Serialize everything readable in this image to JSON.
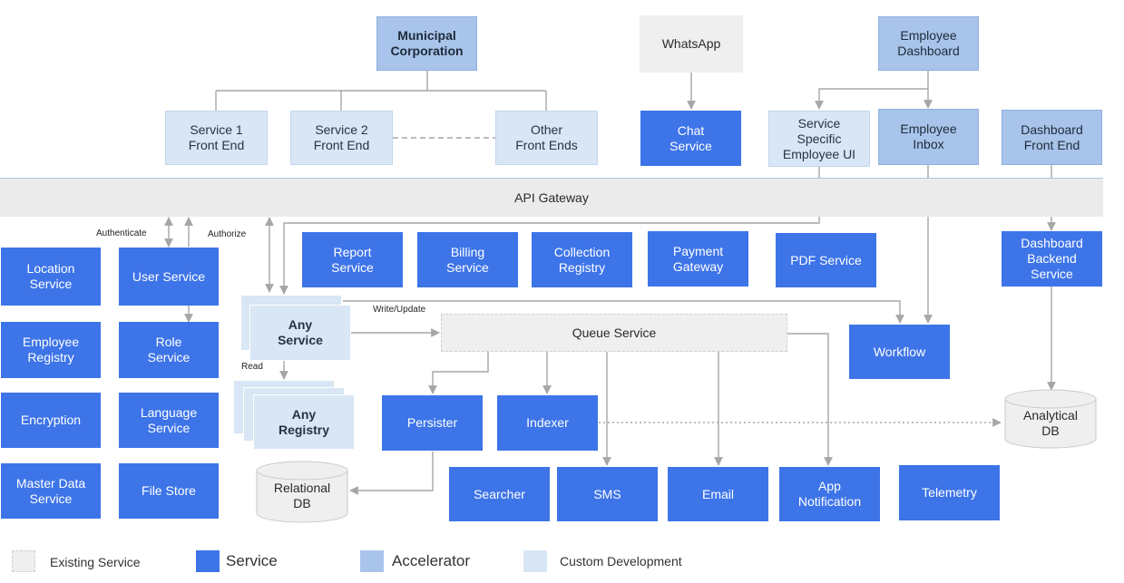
{
  "gateway": {
    "label": "API Gateway"
  },
  "top": {
    "municipal": "Municipal\nCorporation",
    "whatsapp": "WhatsApp",
    "employee_dashboard": "Employee\nDashboard"
  },
  "frontends": {
    "service1": "Service 1\nFront End",
    "service2": "Service 2\nFront End",
    "other": "Other\nFront Ends",
    "chat": "Chat\nService",
    "employee_ui": "Service\nSpecific\nEmployee UI",
    "employee_inbox": "Employee\nInbox",
    "dashboard_fe": "Dashboard\nFront End"
  },
  "core": {
    "location": "Location\nService",
    "user": "User Service",
    "employee_registry": "Employee\nRegistry",
    "role": "Role\nService",
    "encryption": "Encryption",
    "language": "Language\nService",
    "master_data": "Master Data\nService",
    "file_store": "File Store"
  },
  "business": {
    "report": "Report\nService",
    "billing": "Billing\nService",
    "collection": "Collection\nRegistry",
    "payment": "Payment\nGateway",
    "pdf": "PDF Service",
    "dashboard_backend": "Dashboard\nBackend\nService",
    "any_service": "Any\nService",
    "any_registry": "Any\nRegistry",
    "queue": "Queue Service",
    "workflow": "Workflow",
    "persister": "Persister",
    "indexer": "Indexer",
    "searcher": "Searcher",
    "sms": "SMS",
    "email": "Email",
    "app_notification": "App\nNotification",
    "telemetry": "Telemetry"
  },
  "databases": {
    "relational": "Relational\nDB",
    "analytical": "Analytical\nDB"
  },
  "edge_labels": {
    "authenticate": "Authenticate",
    "authorize": "Authorize",
    "write_update": "Write/Update",
    "read": "Read"
  },
  "legend": [
    {
      "label": "Existing Service",
      "kind": "existing"
    },
    {
      "label": "Service",
      "kind": "service"
    },
    {
      "label": "Accelerator",
      "kind": "accelerator"
    },
    {
      "label": "Custom Development",
      "kind": "custom"
    }
  ],
  "colors": {
    "service": "#3d74e8",
    "accelerator": "#a8c4ea",
    "custom": "#d8e6f5",
    "existing": "#efefef",
    "connector": "#a6a6a6"
  }
}
